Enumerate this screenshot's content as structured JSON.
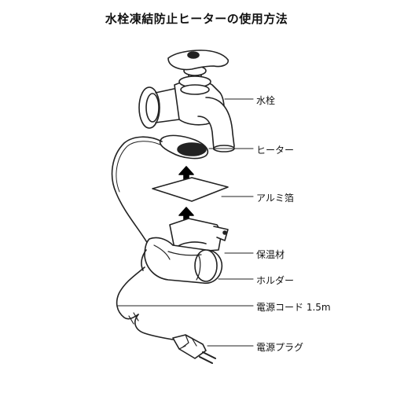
{
  "title": "水栓凍結防止ヒーターの使用方法",
  "labels": {
    "faucet": "水栓",
    "heater": "ヒーター",
    "foil": "アルミ箔",
    "insulation": "保温材",
    "holder": "ホルダー",
    "cord": "電源コード 1.5m",
    "plug": "電源プラグ"
  },
  "icons": {
    "faucet": "faucet-icon",
    "heater": "heater-pad-icon",
    "foil": "aluminum-foil-icon",
    "insulation": "insulation-icon",
    "holder": "holder-icon",
    "plug": "power-plug-icon",
    "arrow": "arrow-up-icon"
  },
  "colors": {
    "line": "#222222",
    "fill": "#ffffff",
    "arrow": "#000000"
  }
}
